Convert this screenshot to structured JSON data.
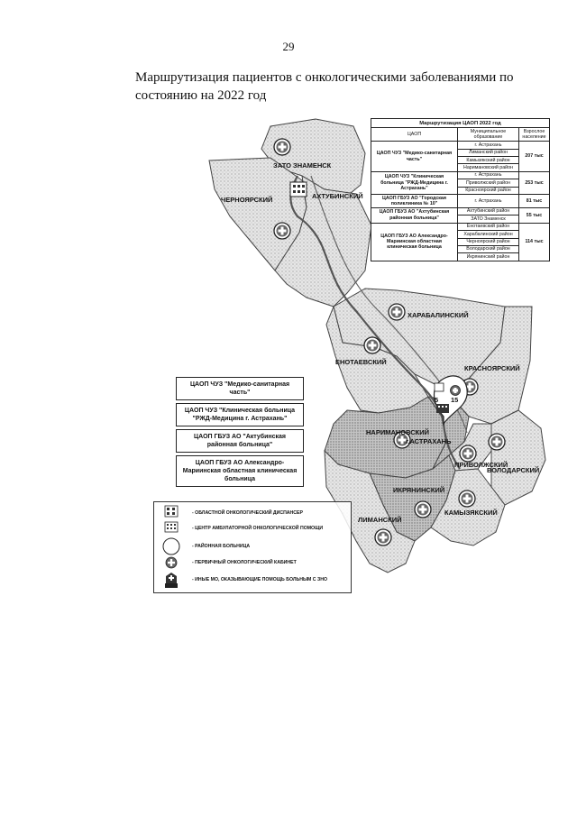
{
  "page": {
    "number": "29",
    "heading": "Маршрутизация пациентов с онкологическими заболеваниями по состоянию на 2022 год"
  },
  "routing_table": {
    "caption": "Маршрутизация ЦАОП 2022 год",
    "headers": [
      "ЦАОП",
      "Муниципальное образование",
      "Взрослое население"
    ],
    "groups": [
      {
        "org": "ЦАОП ЧУЗ \"Медико-санитарная часть\"",
        "areas": [
          "г. Астрахань",
          "Лиманский район",
          "Камызякский район",
          "Наримановский район"
        ],
        "population": "207 тыс"
      },
      {
        "org": "ЦАОП ЧУЗ \"Клиническая больница \"РЖД-Медицина г. Астрахань\"",
        "areas": [
          "г. Астрахань",
          "Приволжский район",
          "Красноярский район"
        ],
        "population": "253 тыс"
      },
      {
        "org": "ЦАОП ГБУЗ АО \"Городская поликлиника № 10\"",
        "areas": [
          "г. Астрахань"
        ],
        "population": "81 тыс"
      },
      {
        "org": "ЦАОП ГБУЗ АО \"Ахтубинская районная больница\"",
        "areas": [
          "Ахтубинский район",
          "ЗАТО Знаменск"
        ],
        "population": "55 тыс"
      },
      {
        "org": "ЦАОП ГБУЗ АО Александро-Мариинская областная клиническая больница",
        "areas": [
          "Енотаевский район",
          "Харабалинский район",
          "Черноярский район",
          "Володарский район",
          "Икрянинский район"
        ],
        "population": "114 тыс"
      }
    ]
  },
  "map_legend": [
    "ЦАОП ЧУЗ \"Медико-санитарная часть\"",
    "ЦАОП ЧУЗ \"Клиническая больница \"РЖД-Медицина г. Астрахань\"",
    "ЦАОП ГБУЗ АО \"Актубинская районная больница\"",
    "ЦАОП ГБУЗ АО Александро-Мариинская областная клиническая больница"
  ],
  "symbols_legend": [
    {
      "icon": "oncology-dispensary-icon",
      "label": "- ОБЛАСТНОЙ ОНКОЛОГИЧЕСКИЙ ДИСПАНСЕР"
    },
    {
      "icon": "outpatient-center-icon",
      "label": "- ЦЕНТР АМБУЛАТОРНОЙ ОНКОЛОГИЧЕСКОЙ ПОМОЩИ"
    },
    {
      "icon": "district-hospital-icon",
      "label": "- РАЙОННАЯ БОЛЬНИЦА"
    },
    {
      "icon": "primary-oncology-office-icon",
      "label": "- ПЕРВИЧНЫЙ ОНКОЛОГИЧЕСКИЙ КАБИНЕТ"
    },
    {
      "icon": "other-medical-org-icon",
      "label": "- ИНЫЕ МО, ОКАЗЫВАЮЩИЕ ПОМОЩЬ БОЛЬНЫМ С ЗНО"
    }
  ],
  "districts": {
    "znamensk": "ЗАТО ЗНАМЕНСК",
    "chernoyarsky": "ЧЕРНОЯРСКИЙ",
    "akhtubinsky": "АХТУБИНСКИЙ",
    "kharabalinsky": "ХАРАБАЛИНСКИЙ",
    "enotaevsky": "ЕНОТАЕВСКИЙ",
    "krasnoyarsky": "КРАСНОЯРСКИЙ",
    "narimanovsky": "НАРИМАНОВСКИЙ",
    "astrakhan": "г.АСТРАХАНЬ",
    "privolzhsky": "ПРИВОЛЖСКИЙ",
    "volodarsky": "ВОЛОДАРСКИЙ",
    "ikryaninsky": "ИКРЯНИНСКИЙ",
    "kamyzyaksky": "КАМЫЗЯКСКИЙ",
    "limansky": "ЛИМАНСКИЙ"
  },
  "city_counts": {
    "a": "5",
    "b": "15"
  },
  "colors": {
    "region_light": "#dcdcdc",
    "region_mid": "#bcbcbc",
    "region_dark": "#a2a2a2",
    "border": "#444444"
  }
}
